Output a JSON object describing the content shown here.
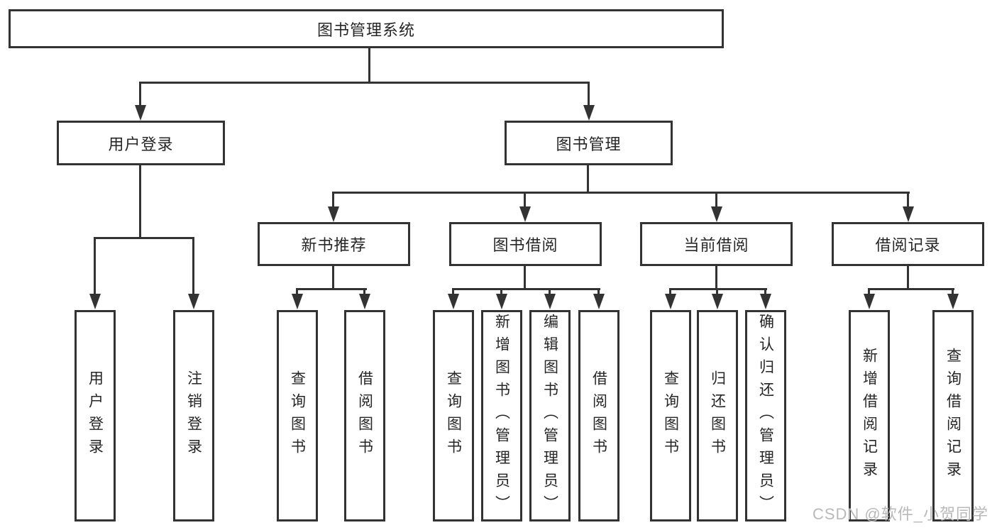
{
  "diagram": {
    "root": {
      "label": "图书管理系统"
    },
    "level2": [
      {
        "label": "用户登录"
      },
      {
        "label": "图书管理"
      }
    ],
    "level3": [
      {
        "label": "新书推荐"
      },
      {
        "label": "图书借阅"
      },
      {
        "label": "当前借阅"
      },
      {
        "label": "借阅记录"
      }
    ],
    "leaves": {
      "user_login": [
        "用户登录",
        "注销登录"
      ],
      "new_book_rec": [
        "查询图书",
        "借阅图书"
      ],
      "book_borrow": [
        "查询图书",
        "新增图书（管理员）",
        "编辑图书（管理员）",
        "借阅图书"
      ],
      "current_borrow": [
        "查询图书",
        "归还图书",
        "确认归还（管理员）"
      ],
      "borrow_record": [
        "新增借阅记录",
        "查询借阅记录"
      ]
    }
  },
  "watermark": "CSDN @软件_小贺同学",
  "colors": {
    "line": "#333333",
    "box_fill": "#ffffff",
    "text": "#262626",
    "watermark": "#b9b9b9"
  }
}
